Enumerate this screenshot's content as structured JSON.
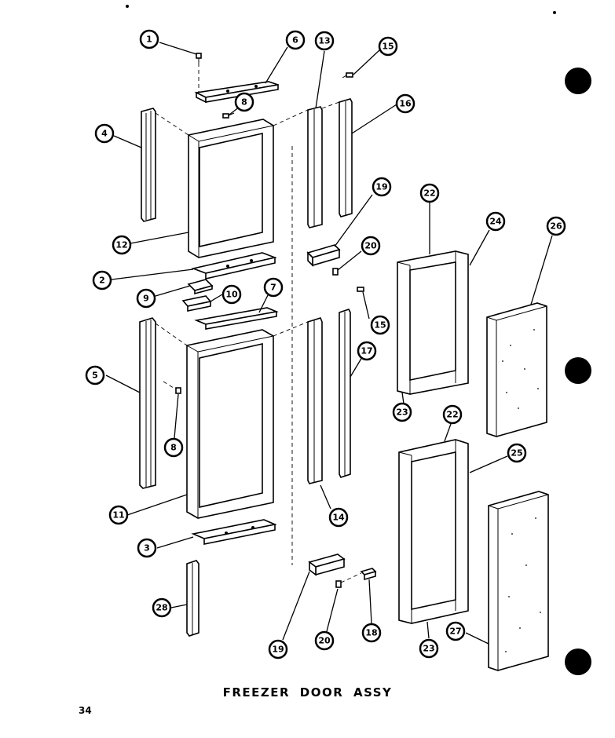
{
  "caption": "FREEZER DOOR ASSY",
  "page_number": "34",
  "callouts": [
    {
      "label": "1",
      "part": "screw-top"
    },
    {
      "label": "6",
      "part": "top-hinge-plate"
    },
    {
      "label": "8",
      "part": "screw-hinge"
    },
    {
      "label": "13",
      "part": "upper-side-channel"
    },
    {
      "label": "15",
      "part": "screw-right-top"
    },
    {
      "label": "16",
      "part": "upper-right-trim"
    },
    {
      "label": "4",
      "part": "upper-left-trim"
    },
    {
      "label": "12",
      "part": "upper-door-frame"
    },
    {
      "label": "2",
      "part": "upper-bottom-bracket"
    },
    {
      "label": "9",
      "part": "small-plate"
    },
    {
      "label": "10",
      "part": "small-clip"
    },
    {
      "label": "7",
      "part": "lower-top-plate"
    },
    {
      "label": "19",
      "part": "upper-hinge-bracket"
    },
    {
      "label": "20",
      "part": "screw-hinge-bracket"
    },
    {
      "label": "15",
      "part": "screw-right-middle"
    },
    {
      "label": "17",
      "part": "lower-right-trim"
    },
    {
      "label": "5",
      "part": "lower-left-trim"
    },
    {
      "label": "8",
      "part": "screw-lower-left"
    },
    {
      "label": "11",
      "part": "lower-door-frame"
    },
    {
      "label": "14",
      "part": "lower-side-channel"
    },
    {
      "label": "3",
      "part": "lower-bottom-bracket"
    },
    {
      "label": "28",
      "part": "lower-left-strip"
    },
    {
      "label": "19",
      "part": "lower-hinge-bracket"
    },
    {
      "label": "20",
      "part": "screw-lower-hinge"
    },
    {
      "label": "18",
      "part": "small-stop"
    },
    {
      "label": "22",
      "part": "upper-gasket-top"
    },
    {
      "label": "24",
      "part": "upper-gasket-frame"
    },
    {
      "label": "26",
      "part": "upper-insulation-panel"
    },
    {
      "label": "23",
      "part": "upper-gasket-bottom"
    },
    {
      "label": "22",
      "part": "lower-gasket-top"
    },
    {
      "label": "25",
      "part": "lower-gasket-frame"
    },
    {
      "label": "23",
      "part": "lower-gasket-bottom"
    },
    {
      "label": "27",
      "part": "lower-insulation-panel"
    }
  ]
}
